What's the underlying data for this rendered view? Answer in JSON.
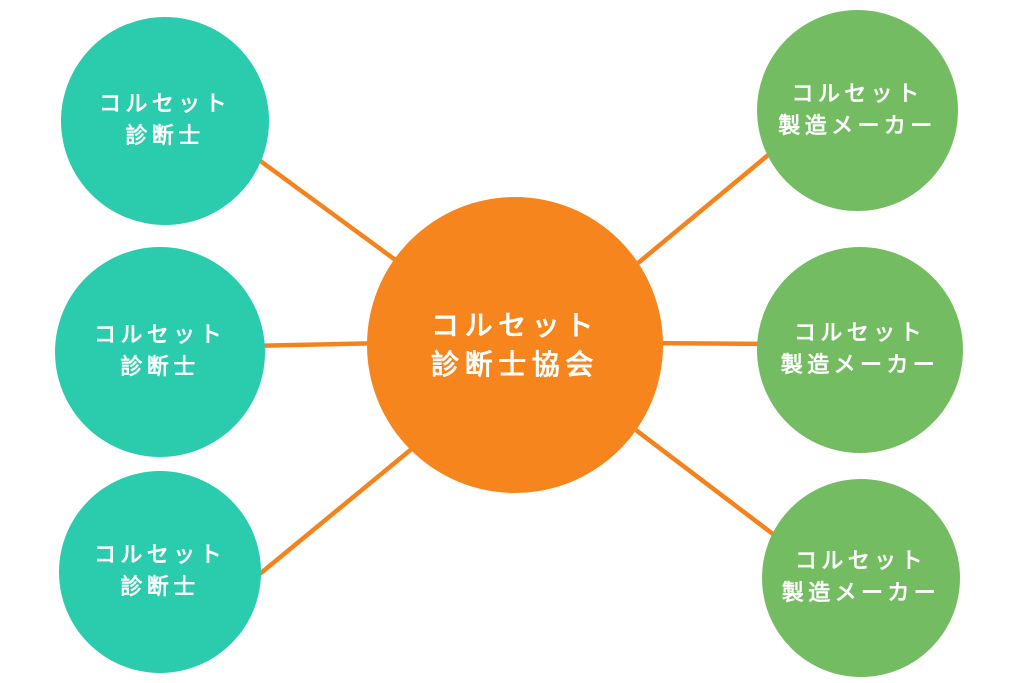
{
  "colors": {
    "background": "#FFFFFF",
    "center": "#F6851D",
    "connector": "#F5831D",
    "diagnostician": "#2BCBAE",
    "manufacturer": "#74BC62",
    "label_text": "#FFFFFF"
  },
  "center_node": {
    "line1": "コルセット",
    "line2": "診断士協会"
  },
  "diagnostician_nodes": [
    {
      "line1": "コルセット",
      "line2": "診断士"
    },
    {
      "line1": "コルセット",
      "line2": "診断士"
    },
    {
      "line1": "コルセット",
      "line2": "診断士"
    }
  ],
  "manufacturer_nodes": [
    {
      "line1": "コルセット",
      "line2": "製造メーカー"
    },
    {
      "line1": "コルセット",
      "line2": "製造メーカー"
    },
    {
      "line1": "コルセット",
      "line2": "製造メーカー"
    }
  ],
  "connections": [
    {
      "from": "corset-association",
      "to": "corset-diagnostician-1"
    },
    {
      "from": "corset-association",
      "to": "corset-diagnostician-2"
    },
    {
      "from": "corset-association",
      "to": "corset-diagnostician-3"
    },
    {
      "from": "corset-association",
      "to": "corset-manufacturer-1"
    },
    {
      "from": "corset-association",
      "to": "corset-manufacturer-2"
    },
    {
      "from": "corset-association",
      "to": "corset-manufacturer-3"
    }
  ]
}
